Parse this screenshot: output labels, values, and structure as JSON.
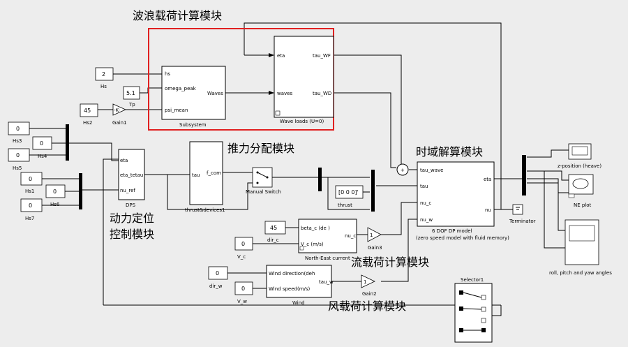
{
  "annotations": {
    "wave_load": "波浪载荷计算模块",
    "thrust_alloc": "推力分配模块",
    "time_domain": "时域解算模块",
    "dp_ctrl_1": "动力定位",
    "dp_ctrl_2": "控制模块",
    "current_load": "流载荷计算模块",
    "wind_load": "风载荷计算模块"
  },
  "constants": {
    "hs": "2",
    "tp": "5.1",
    "hs2": "45",
    "hs3": "0",
    "hs4": "0",
    "hs5": "0",
    "hs1": "0",
    "hs6": "0",
    "hs7": "0",
    "dir_c": "45",
    "v_c": "0",
    "dir_w": "0",
    "v_w": "0",
    "thrust_vec": "[0 0 0]'"
  },
  "labels": {
    "hs": "Hs",
    "tp": "Tp",
    "hs2": "Hs2",
    "gain1": "Gain1",
    "hs3": "Hs3",
    "hs4": "Hs4",
    "hs5": "Hs5",
    "hs1": "Hs1",
    "hs6": "Hs6",
    "hs7": "Hs7",
    "dps": "DPS",
    "thrust_dev": "thrust&devices1",
    "manual_switch": "Manual Switch",
    "thrust": "thrust",
    "subsystem": "Subsystem",
    "wave_loads": "Wave loads (U=0)",
    "dof_model_1": "6 DOF DP model",
    "dof_model_2": "(zero speed model with fluid memory)",
    "terminator": "Terminator",
    "z_position": "z-position (heave)",
    "ne_plot": "NE plot",
    "rpy": "roll, pitch and yaw angles",
    "dir_c": "dir_c",
    "v_c": "V_c",
    "ne_current": "North-East current",
    "gain3": "Gain3",
    "dir_w": "dir_w",
    "v_w": "V_w",
    "wind": "Wind",
    "gain2": "Gain2",
    "selector1": "Selector1"
  },
  "ports": {
    "sub_hs": "hs",
    "sub_omega": "omega_peak",
    "sub_psi": "psi_mean",
    "sub_waves": "Waves",
    "wave_eta": "eta",
    "wave_waves": "waves",
    "wave_tauwf": "tau_WF",
    "wave_tauwd": "tau_WD",
    "dps_eta": "eta",
    "dps_etatau": "eta_tetau",
    "dps_nuref": "nu_ref",
    "thr_tau": "tau",
    "thr_fcom": "f_com",
    "dof_tauwave": "tau_wave",
    "dof_tau": "tau",
    "dof_nuc": "nu_c",
    "dof_nuw": "nu_w",
    "dof_eta": "eta",
    "dof_nu": "nu",
    "cur_beta": "beta_c (de )",
    "cur_vc": "V_c (m/s)",
    "cur_nuc": "nu_c",
    "wind_dir": "Wind direction(deh",
    "wind_speed": "Wind speed(m/s)",
    "wind_tauw": "tau_w"
  },
  "gain_glyphs": {
    "gain1": "-K-",
    "gain3": "1",
    "gain2": "1"
  },
  "colors": {
    "highlight_box": "#e02020",
    "background": "#ededed"
  }
}
